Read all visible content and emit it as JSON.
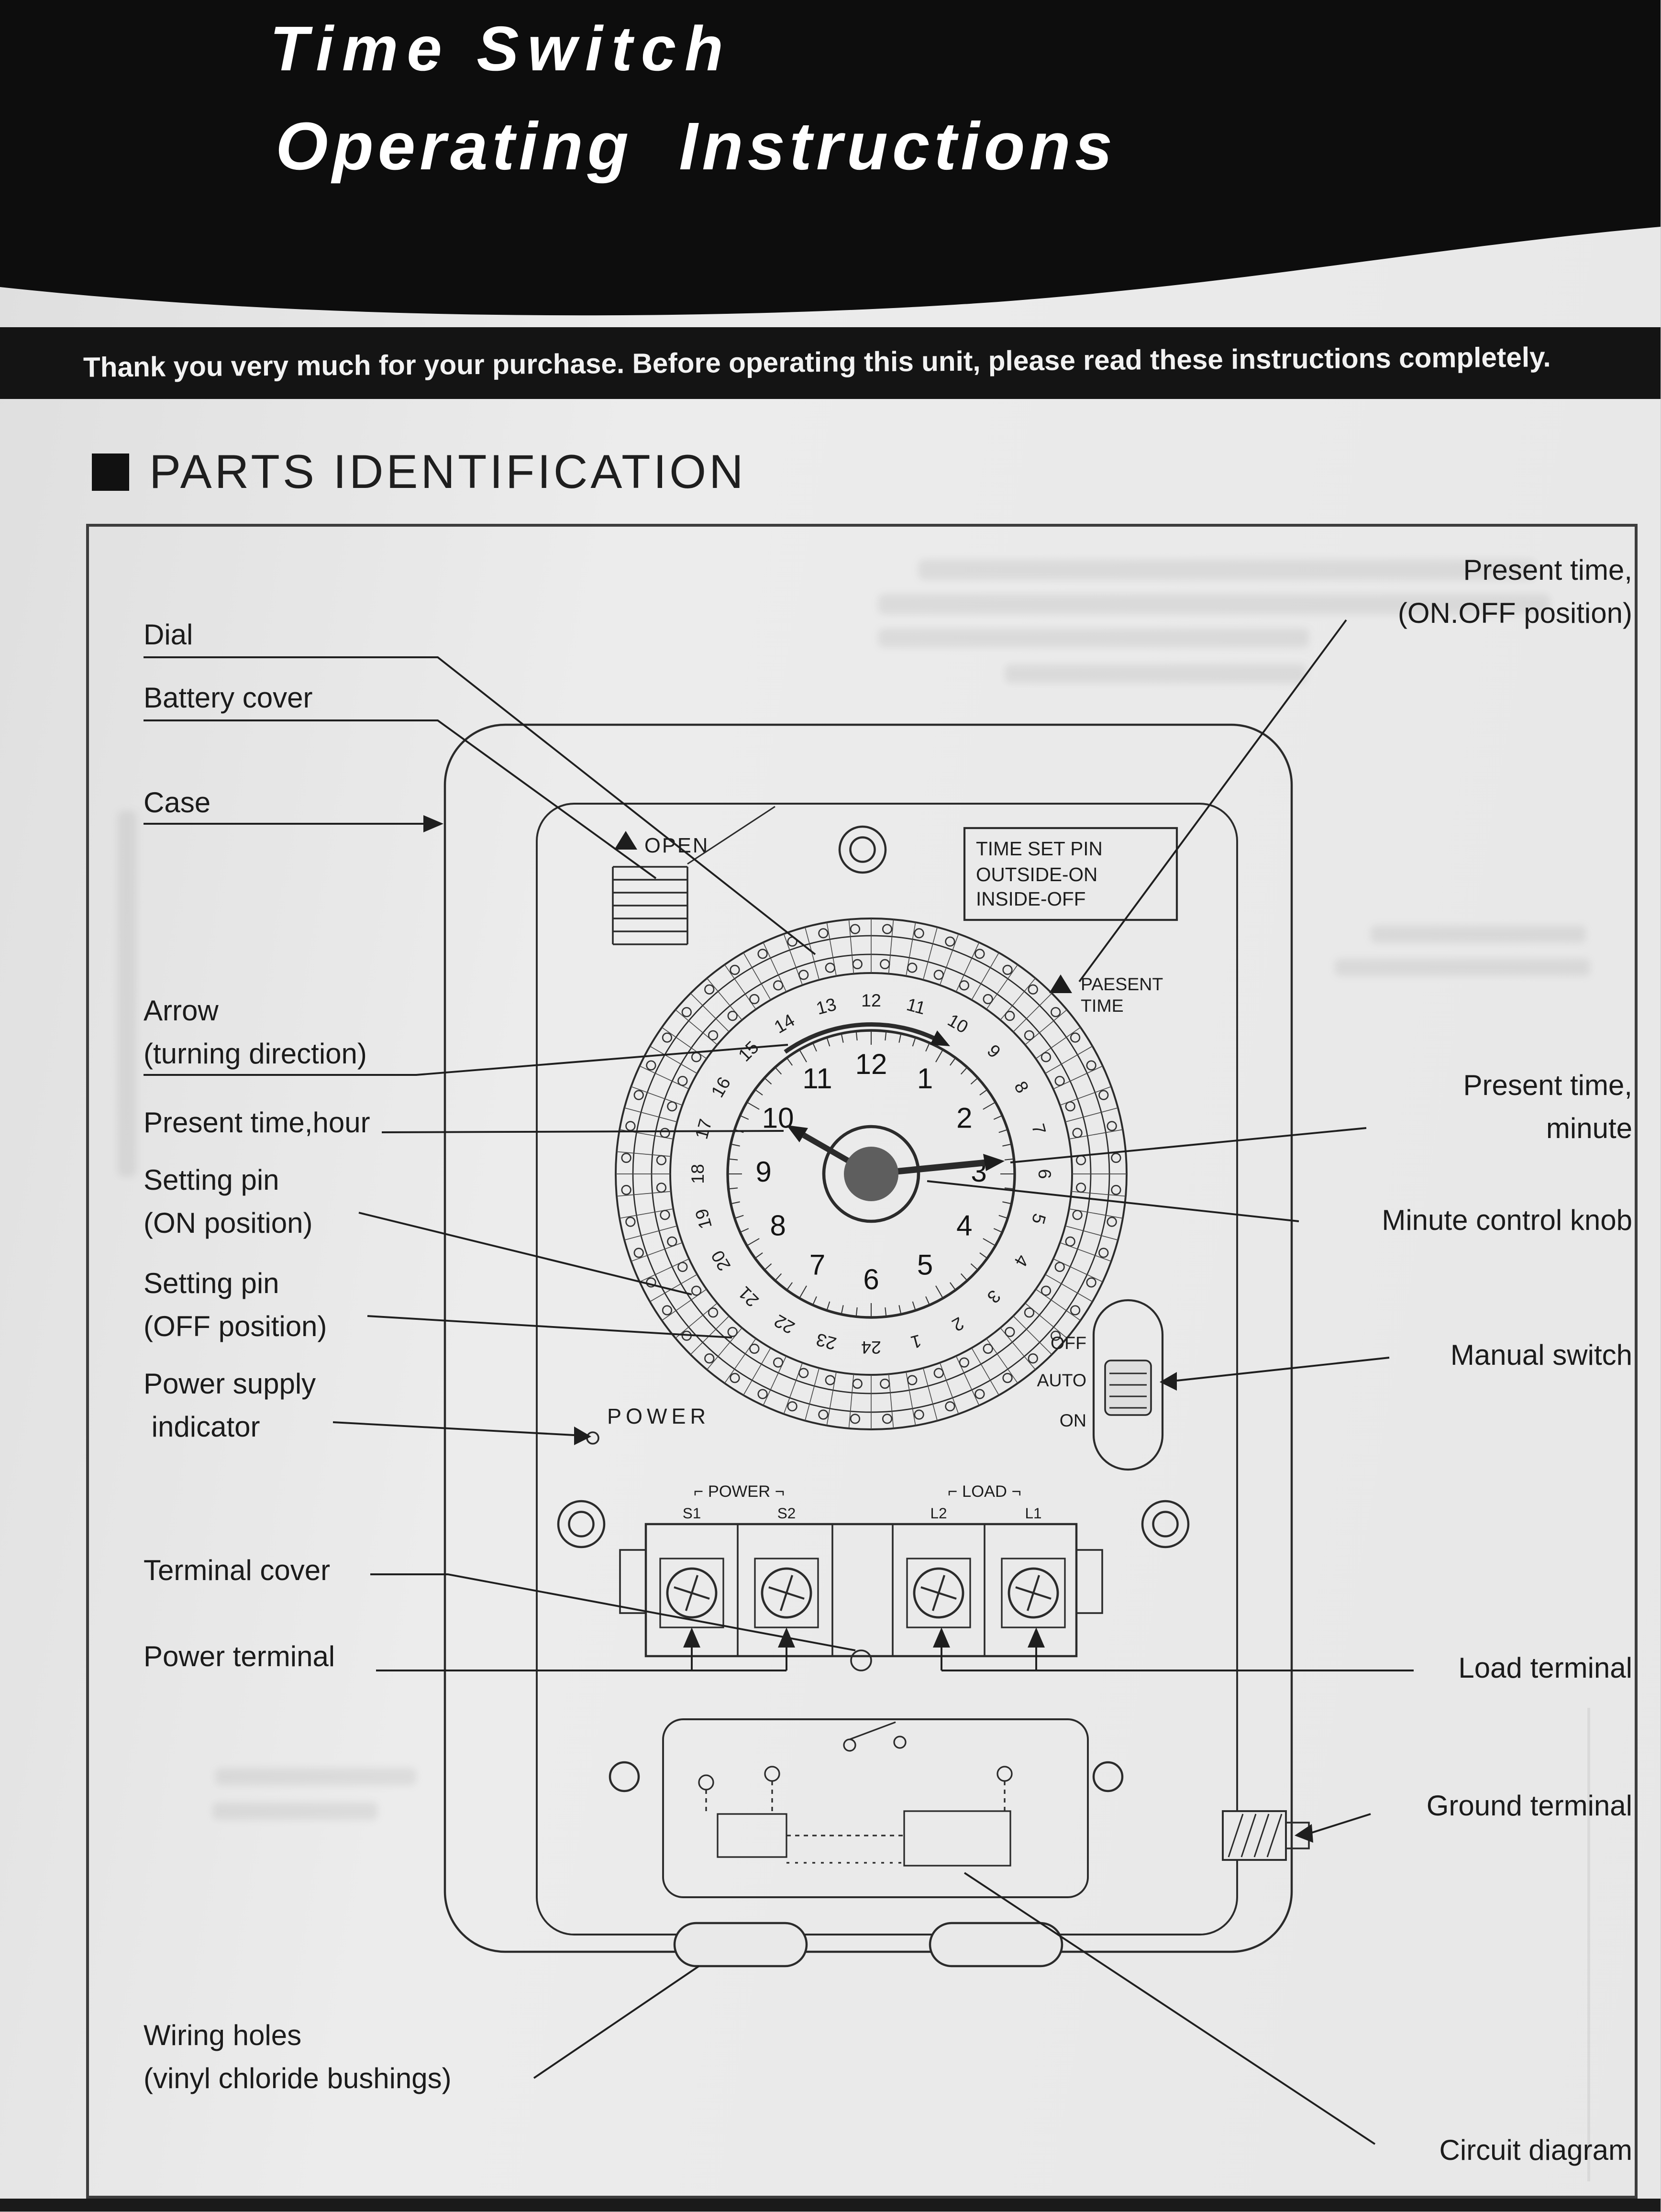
{
  "page": {
    "title_line1": "Time Switch",
    "title_line2": "Operating  Instructions",
    "notice": "Thank you very much for your purchase. Before operating this unit, please read these instructions completely.",
    "section_title": "PARTS IDENTIFICATION"
  },
  "labels": {
    "dial": "Dial",
    "battery_cover": "Battery cover",
    "case": "Case",
    "arrow_1": "Arrow",
    "arrow_2": "(turning direction)",
    "present_hour": "Present time,hour",
    "setpin_on_1": "Setting pin",
    "setpin_on_2": "(ON position)",
    "setpin_off_1": "Setting pin",
    "setpin_off_2": "(OFF position)",
    "power_supply_1": "Power supply",
    "power_supply_2": " indicator",
    "terminal_cover": "Terminal cover",
    "power_terminal": "Power terminal",
    "wiring_1": "Wiring holes",
    "wiring_2": "(vinyl chloride bushings)",
    "present_onoff_1": "Present time,",
    "present_onoff_2": "(ON.OFF position)",
    "present_minute_1": "Present time,",
    "present_minute_2": "minute",
    "minute_knob": "Minute control knob",
    "manual_switch": "Manual switch",
    "load_terminal": "Load terminal",
    "ground_terminal": "Ground terminal",
    "circuit_diagram": "Circuit diagram"
  },
  "device": {
    "open_label": "OPEN",
    "time_set_pin": {
      "l1": "TIME SET PIN",
      "l2": "OUTSIDE-ON",
      "l3": "INSIDE-OFF"
    },
    "paesent": {
      "l1": "PAESENT",
      "l2": "TIME"
    },
    "power_text": "POWER",
    "switch": {
      "off": "OFF",
      "auto": "AUTO",
      "on": "ON"
    },
    "terminals": {
      "power_group": "⌐ POWER ¬",
      "load_group": "⌐ LOAD ¬",
      "s1": "S1",
      "s2": "S2",
      "l2": "L2",
      "l1": "L1"
    },
    "dial": {
      "ring24": [
        "1",
        "2",
        "3",
        "4",
        "5",
        "6",
        "7",
        "8",
        "9",
        "10",
        "11",
        "12",
        "13",
        "14",
        "15",
        "16",
        "17",
        "18",
        "19",
        "20",
        "21",
        "22",
        "23",
        "24"
      ],
      "clock": [
        "12",
        "1",
        "2",
        "3",
        "4",
        "5",
        "6",
        "7",
        "8",
        "9",
        "10",
        "11"
      ]
    }
  }
}
